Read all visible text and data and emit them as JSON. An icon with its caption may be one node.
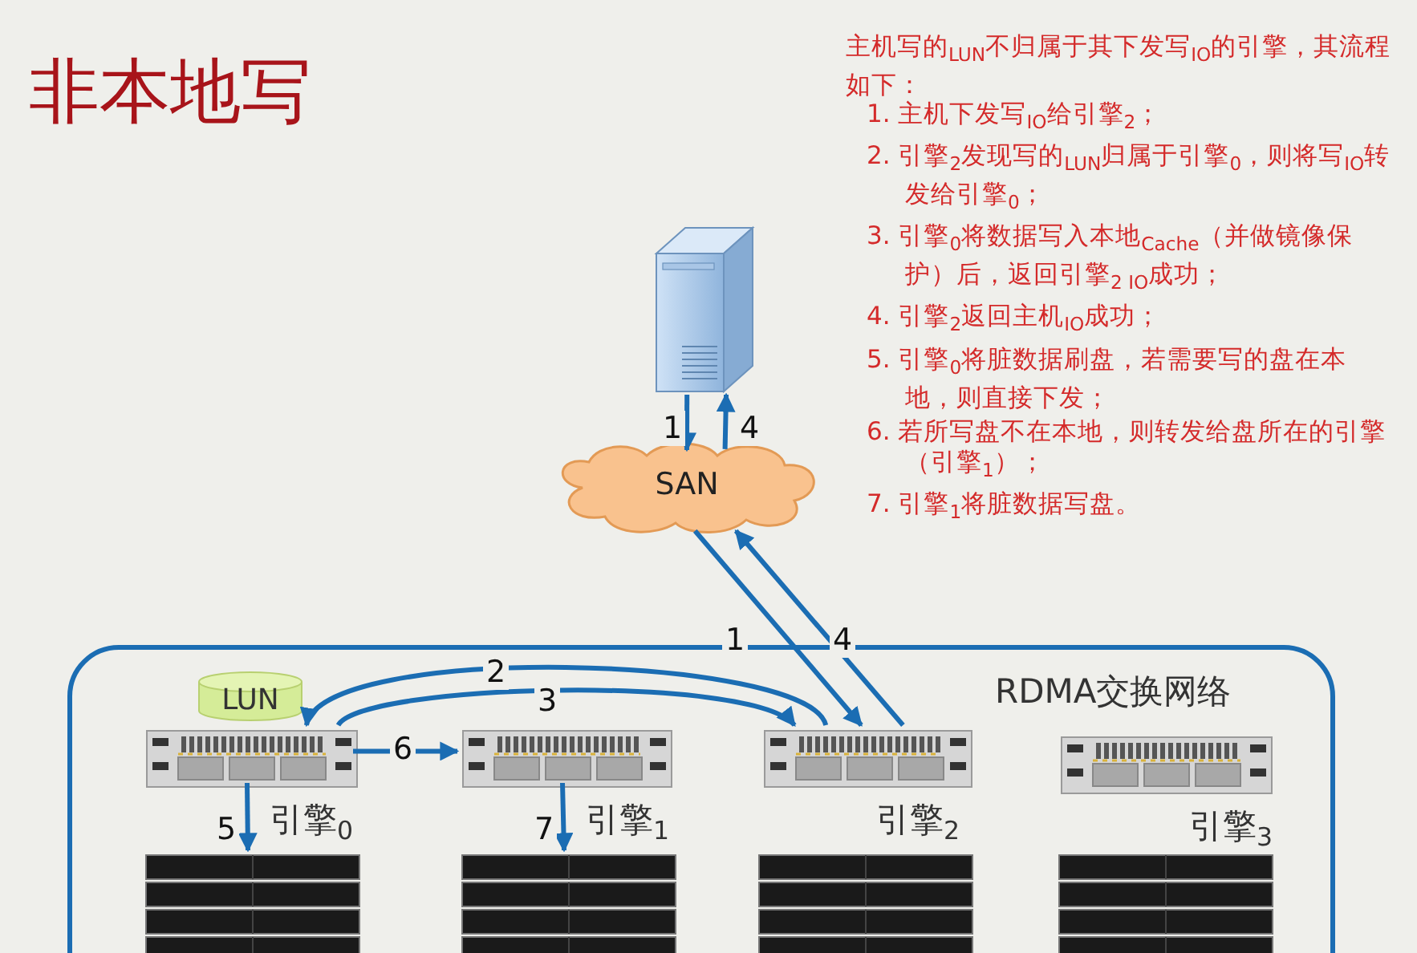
{
  "diagram": {
    "title": "非本地写",
    "nodes": [
      {
        "text": [],
        "shape": "picture"
      },
      {
        "text": [
          "SAN"
        ]
      },
      {
        "text": [
          "RDMA交换网络"
        ]
      },
      {
        "text": [
          "LUN"
        ],
        "in": 2
      },
      {
        "text": [],
        "shape": "picture",
        "in": 2,
        "beside": [
          "引擎$_{0}$"
        ]
      },
      {
        "text": [],
        "shape": "picture",
        "in": 2,
        "beside": [
          "引擎$_{1}$"
        ]
      },
      {
        "text": [],
        "shape": "picture",
        "in": 2,
        "beside": [
          "引擎$_{2}$"
        ]
      },
      {
        "text": [],
        "shape": "picture",
        "in": 2,
        "beside": [
          "引擎$_{3}$"
        ]
      },
      {
        "text": [],
        "shape": "picture",
        "in": 2
      },
      {
        "text": [],
        "shape": "picture",
        "in": 2
      },
      {
        "text": [],
        "shape": "picture",
        "in": 2
      },
      {
        "text": [],
        "shape": "picture",
        "in": 2
      }
    ],
    "edges": [
      {
        "from": 0,
        "to": 1,
        "arrow": "to",
        "label": "1"
      },
      {
        "from": 1,
        "to": 0,
        "arrow": "to",
        "label": "4"
      },
      {
        "from": 1,
        "to": 6,
        "arrow": "to",
        "label": "1"
      },
      {
        "from": 6,
        "to": 1,
        "arrow": "to",
        "label": "4"
      },
      {
        "from": 6,
        "to": 4,
        "arrow": "to",
        "label": "2"
      },
      {
        "from": 4,
        "to": 6,
        "arrow": "to",
        "label": "3"
      },
      {
        "from": 4,
        "to": 5,
        "arrow": "to",
        "label": "6"
      },
      {
        "from": 4,
        "to": 8,
        "arrow": "to",
        "label": "5"
      },
      {
        "from": 5,
        "to": 9,
        "arrow": "to",
        "label": "7"
      }
    ],
    "labels": [
      "主机写的$_{LUN}$不归属于其下发写$_{IO}$的引擎，其流程如下：",
      "1. 主机下发写$_{IO}$给引擎$_{2}$；",
      "2. 引擎$_{2}$发现写的$_{LUN}$归属于引擎$_{0}$，则将写$_{IO}$转发给引擎$_{0}$；",
      "3. 引擎$_{0}$将数据写入本地$_{Cache}$（并做镜像保护）后，返回引擎$_{2 IO}$成功；",
      "4. 引擎$_{2}$返回主机$_{IO}$成功；",
      "5. 引擎$_{0}$将脏数据刷盘，若需要写的盘在本地，则直接下发；",
      "6. 若所写盘不在本地，则转发给盘所在的引擎（引擎$_{1}$）；",
      "7. 引擎$_{1}$将脏数据写盘。"
    ]
  }
}
